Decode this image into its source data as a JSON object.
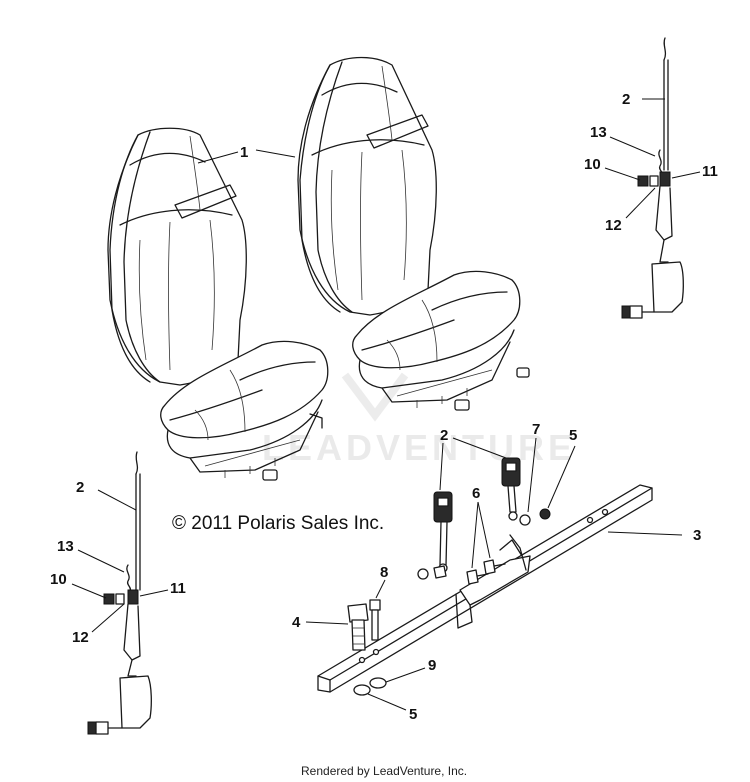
{
  "copyright": "© 2011 Polaris Sales Inc.",
  "footer": "Rendered by LeadVenture, Inc.",
  "watermark": "LEADVENTURE",
  "callouts": {
    "seat": "1",
    "belt_a": "2",
    "belt_b": "2",
    "belt_c": "2",
    "bar": "3",
    "bolt": "4",
    "nut_a": "5",
    "nut_b": "5",
    "screw": "6",
    "washer": "7",
    "stud": "8",
    "nut_c": "9",
    "n10_a": "10",
    "n11_a": "11",
    "n12_a": "12",
    "n13_a": "13",
    "n10_b": "10",
    "n11_b": "11",
    "n12_b": "12",
    "n13_b": "13"
  }
}
